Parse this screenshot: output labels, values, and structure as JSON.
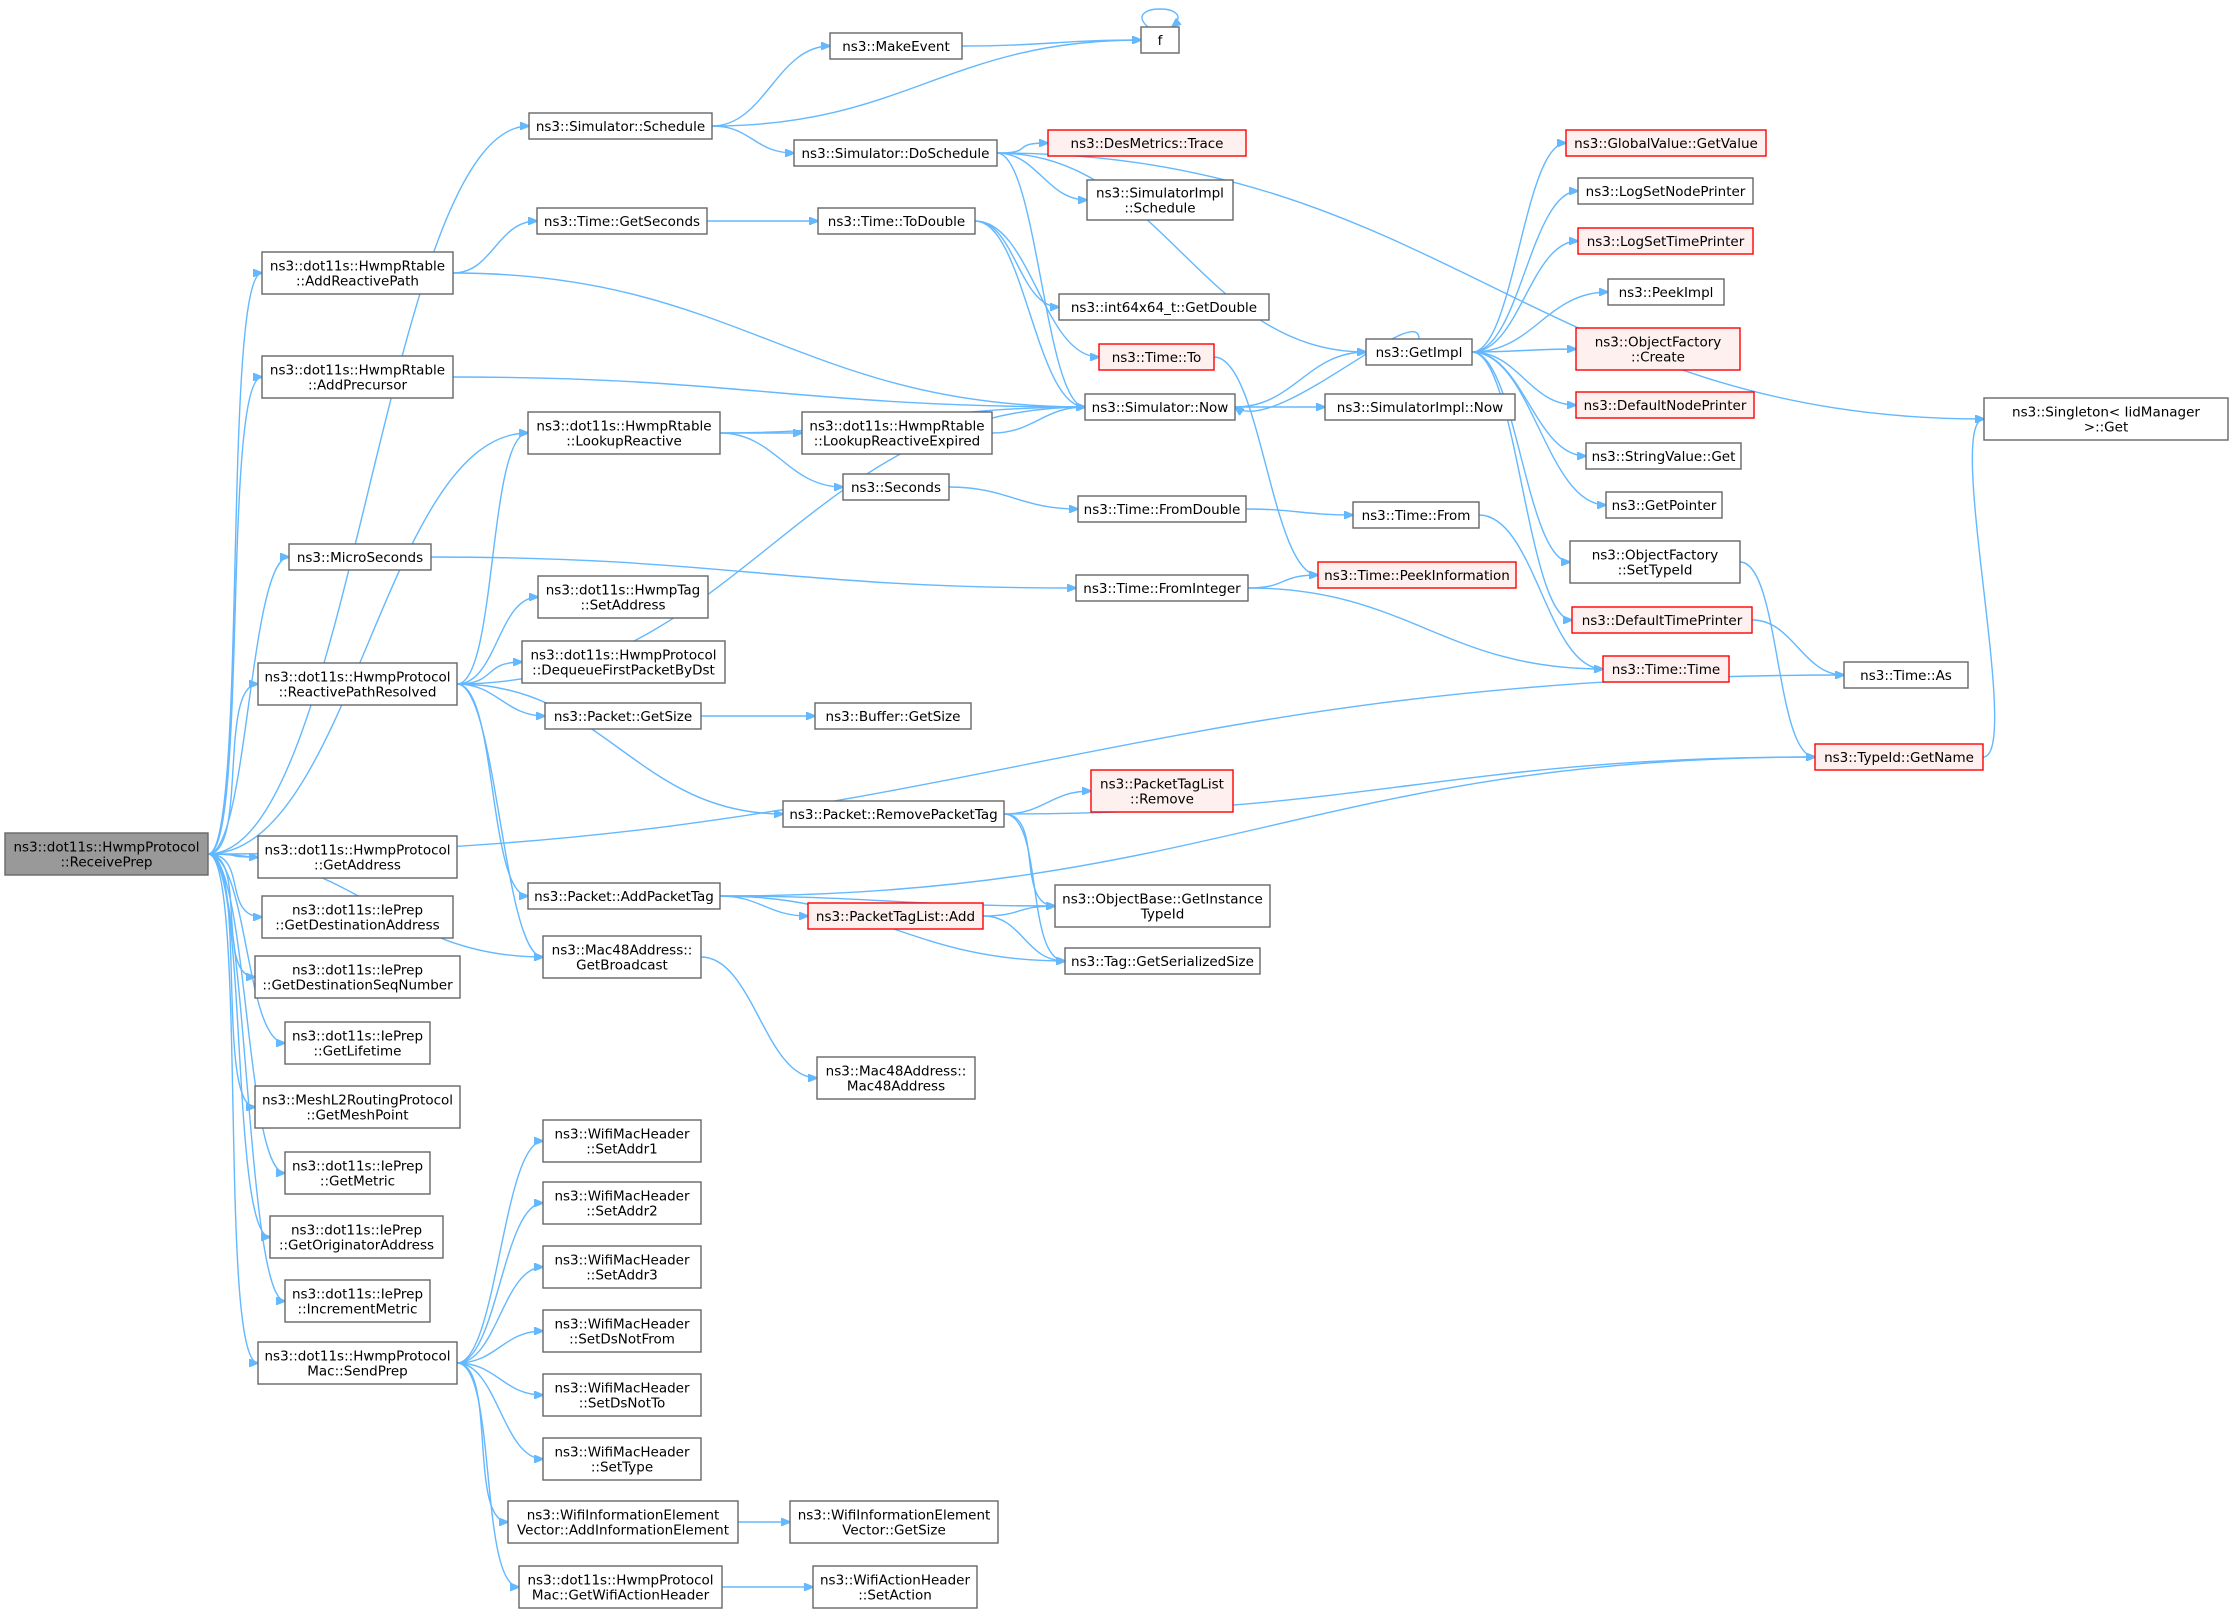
{
  "nodes": [
    {
      "id": "root",
      "lines": [
        "ns3::dot11s::HwmpProtocol",
        "::ReceivePrep"
      ],
      "style": "root"
    },
    {
      "id": "schedule",
      "lines": [
        "ns3::Simulator::Schedule"
      ],
      "style": "normal"
    },
    {
      "id": "makeevent",
      "lines": [
        "ns3::MakeEvent"
      ],
      "style": "normal"
    },
    {
      "id": "f",
      "lines": [
        "f"
      ],
      "style": "normal"
    },
    {
      "id": "doschedule",
      "lines": [
        "ns3::Simulator::DoSchedule"
      ],
      "style": "normal"
    },
    {
      "id": "desmetrics",
      "lines": [
        "ns3::DesMetrics::Trace"
      ],
      "style": "red"
    },
    {
      "id": "simimplschedule",
      "lines": [
        "ns3::SimulatorImpl",
        "::Schedule"
      ],
      "style": "normal"
    },
    {
      "id": "singleton",
      "lines": [
        "ns3::Singleton< IidManager",
        ">::Get"
      ],
      "style": "normal"
    },
    {
      "id": "addreactive",
      "lines": [
        "ns3::dot11s::HwmpRtable",
        "::AddReactivePath"
      ],
      "style": "normal"
    },
    {
      "id": "getseconds",
      "lines": [
        "ns3::Time::GetSeconds"
      ],
      "style": "normal"
    },
    {
      "id": "todouble",
      "lines": [
        "ns3::Time::ToDouble"
      ],
      "style": "normal"
    },
    {
      "id": "int64",
      "lines": [
        "ns3::int64x64_t::GetDouble"
      ],
      "style": "normal"
    },
    {
      "id": "timeto",
      "lines": [
        "ns3::Time::To"
      ],
      "style": "red"
    },
    {
      "id": "getimpl",
      "lines": [
        "ns3::GetImpl"
      ],
      "style": "normal"
    },
    {
      "id": "gvgetvalue",
      "lines": [
        "ns3::GlobalValue::GetValue"
      ],
      "style": "red"
    },
    {
      "id": "logsetnode",
      "lines": [
        "ns3::LogSetNodePrinter"
      ],
      "style": "normal"
    },
    {
      "id": "logsettime",
      "lines": [
        "ns3::LogSetTimePrinter"
      ],
      "style": "red"
    },
    {
      "id": "peekimpl",
      "lines": [
        "ns3::PeekImpl"
      ],
      "style": "normal"
    },
    {
      "id": "ofcreate",
      "lines": [
        "ns3::ObjectFactory",
        "::Create"
      ],
      "style": "red"
    },
    {
      "id": "defnodeprinter",
      "lines": [
        "ns3::DefaultNodePrinter"
      ],
      "style": "red"
    },
    {
      "id": "strvalget",
      "lines": [
        "ns3::StringValue::Get"
      ],
      "style": "normal"
    },
    {
      "id": "getpointer",
      "lines": [
        "ns3::GetPointer"
      ],
      "style": "normal"
    },
    {
      "id": "ofsettypeid",
      "lines": [
        "ns3::ObjectFactory",
        "::SetTypeId"
      ],
      "style": "normal"
    },
    {
      "id": "deftimeprinter",
      "lines": [
        "ns3::DefaultTimePrinter"
      ],
      "style": "red"
    },
    {
      "id": "addprecursor",
      "lines": [
        "ns3::dot11s::HwmpRtable",
        "::AddPrecursor"
      ],
      "style": "normal"
    },
    {
      "id": "simnow",
      "lines": [
        "ns3::Simulator::Now"
      ],
      "style": "normal"
    },
    {
      "id": "simimplnow",
      "lines": [
        "ns3::SimulatorImpl::Now"
      ],
      "style": "normal"
    },
    {
      "id": "lookupreactive",
      "lines": [
        "ns3::dot11s::HwmpRtable",
        "::LookupReactive"
      ],
      "style": "normal"
    },
    {
      "id": "lookupexpired",
      "lines": [
        "ns3::dot11s::HwmpRtable",
        "::LookupReactiveExpired"
      ],
      "style": "normal"
    },
    {
      "id": "seconds",
      "lines": [
        "ns3::Seconds"
      ],
      "style": "normal"
    },
    {
      "id": "fromdouble",
      "lines": [
        "ns3::Time::FromDouble"
      ],
      "style": "normal"
    },
    {
      "id": "timefrom",
      "lines": [
        "ns3::Time::From"
      ],
      "style": "normal"
    },
    {
      "id": "microseconds",
      "lines": [
        "ns3::MicroSeconds"
      ],
      "style": "normal"
    },
    {
      "id": "frominteger",
      "lines": [
        "ns3::Time::FromInteger"
      ],
      "style": "normal"
    },
    {
      "id": "peekinfo",
      "lines": [
        "ns3::Time::PeekInformation"
      ],
      "style": "red"
    },
    {
      "id": "hwmptag",
      "lines": [
        "ns3::dot11s::HwmpTag",
        "::SetAddress"
      ],
      "style": "normal"
    },
    {
      "id": "dequeue",
      "lines": [
        "ns3::dot11s::HwmpProtocol",
        "::DequeueFirstPacketByDst"
      ],
      "style": "normal"
    },
    {
      "id": "timetime",
      "lines": [
        "ns3::Time::Time"
      ],
      "style": "red"
    },
    {
      "id": "reactiveresolved",
      "lines": [
        "ns3::dot11s::HwmpProtocol",
        "::ReactivePathResolved"
      ],
      "style": "normal"
    },
    {
      "id": "timeas",
      "lines": [
        "ns3::Time::As"
      ],
      "style": "normal"
    },
    {
      "id": "pktgetsize",
      "lines": [
        "ns3::Packet::GetSize"
      ],
      "style": "normal"
    },
    {
      "id": "bufgetsize",
      "lines": [
        "ns3::Buffer::GetSize"
      ],
      "style": "normal"
    },
    {
      "id": "typeidgetname",
      "lines": [
        "ns3::TypeId::GetName"
      ],
      "style": "red"
    },
    {
      "id": "ptlremove",
      "lines": [
        "ns3::PacketTagList",
        "::Remove"
      ],
      "style": "red"
    },
    {
      "id": "removetag",
      "lines": [
        "ns3::Packet::RemovePacketTag"
      ],
      "style": "normal"
    },
    {
      "id": "getaddress",
      "lines": [
        "ns3::dot11s::HwmpProtocol",
        "::GetAddress"
      ],
      "style": "normal"
    },
    {
      "id": "addtag",
      "lines": [
        "ns3::Packet::AddPacketTag"
      ],
      "style": "normal"
    },
    {
      "id": "ptladd",
      "lines": [
        "ns3::PacketTagList::Add"
      ],
      "style": "red"
    },
    {
      "id": "getinstancetypeid",
      "lines": [
        "ns3::ObjectBase::GetInstance",
        "TypeId"
      ],
      "style": "normal"
    },
    {
      "id": "getdestaddr",
      "lines": [
        "ns3::dot11s::IePrep",
        "::GetDestinationAddress"
      ],
      "style": "normal"
    },
    {
      "id": "getbroadcast",
      "lines": [
        "ns3::Mac48Address::",
        "GetBroadcast"
      ],
      "style": "normal"
    },
    {
      "id": "getserialized",
      "lines": [
        "ns3::Tag::GetSerializedSize"
      ],
      "style": "normal"
    },
    {
      "id": "getdestseq",
      "lines": [
        "ns3::dot11s::IePrep",
        "::GetDestinationSeqNumber"
      ],
      "style": "normal"
    },
    {
      "id": "getlifetime",
      "lines": [
        "ns3::dot11s::IePrep",
        "::GetLifetime"
      ],
      "style": "normal"
    },
    {
      "id": "mac48addr",
      "lines": [
        "ns3::Mac48Address::",
        "Mac48Address"
      ],
      "style": "normal"
    },
    {
      "id": "getmeshpoint",
      "lines": [
        "ns3::MeshL2RoutingProtocol",
        "::GetMeshPoint"
      ],
      "style": "normal"
    },
    {
      "id": "setaddr1",
      "lines": [
        "ns3::WifiMacHeader",
        "::SetAddr1"
      ],
      "style": "normal"
    },
    {
      "id": "getmetric",
      "lines": [
        "ns3::dot11s::IePrep",
        "::GetMetric"
      ],
      "style": "normal"
    },
    {
      "id": "setaddr2",
      "lines": [
        "ns3::WifiMacHeader",
        "::SetAddr2"
      ],
      "style": "normal"
    },
    {
      "id": "getorigaddr",
      "lines": [
        "ns3::dot11s::IePrep",
        "::GetOriginatorAddress"
      ],
      "style": "normal"
    },
    {
      "id": "setaddr3",
      "lines": [
        "ns3::WifiMacHeader",
        "::SetAddr3"
      ],
      "style": "normal"
    },
    {
      "id": "incmetric",
      "lines": [
        "ns3::dot11s::IePrep",
        "::IncrementMetric"
      ],
      "style": "normal"
    },
    {
      "id": "setdsnotfrom",
      "lines": [
        "ns3::WifiMacHeader",
        "::SetDsNotFrom"
      ],
      "style": "normal"
    },
    {
      "id": "sendprep",
      "lines": [
        "ns3::dot11s::HwmpProtocol",
        "Mac::SendPrep"
      ],
      "style": "normal"
    },
    {
      "id": "setdsnotto",
      "lines": [
        "ns3::WifiMacHeader",
        "::SetDsNotTo"
      ],
      "style": "normal"
    },
    {
      "id": "settype",
      "lines": [
        "ns3::WifiMacHeader",
        "::SetType"
      ],
      "style": "normal"
    },
    {
      "id": "addinfoelem",
      "lines": [
        "ns3::WifiInformationElement",
        "Vector::AddInformationElement"
      ],
      "style": "normal"
    },
    {
      "id": "wievgetsize",
      "lines": [
        "ns3::WifiInformationElement",
        "Vector::GetSize"
      ],
      "style": "normal"
    },
    {
      "id": "getwifiaction",
      "lines": [
        "ns3::dot11s::HwmpProtocol",
        "Mac::GetWifiActionHeader"
      ],
      "style": "normal"
    },
    {
      "id": "setaction",
      "lines": [
        "ns3::WifiActionHeader",
        "::SetAction"
      ],
      "style": "normal"
    }
  ],
  "edges": [
    [
      "root",
      "schedule"
    ],
    [
      "root",
      "addreactive"
    ],
    [
      "root",
      "addprecursor"
    ],
    [
      "root",
      "lookupreactive"
    ],
    [
      "root",
      "microseconds"
    ],
    [
      "root",
      "reactiveresolved"
    ],
    [
      "root",
      "timeas"
    ],
    [
      "root",
      "getbroadcast"
    ],
    [
      "root",
      "getaddress"
    ],
    [
      "root",
      "getdestaddr"
    ],
    [
      "root",
      "getdestseq"
    ],
    [
      "root",
      "getlifetime"
    ],
    [
      "root",
      "getmeshpoint"
    ],
    [
      "root",
      "getmetric"
    ],
    [
      "root",
      "getorigaddr"
    ],
    [
      "root",
      "incmetric"
    ],
    [
      "root",
      "sendprep"
    ],
    [
      "schedule",
      "makeevent"
    ],
    [
      "schedule",
      "f"
    ],
    [
      "schedule",
      "doschedule"
    ],
    [
      "makeevent",
      "f"
    ],
    [
      "f",
      "f"
    ],
    [
      "doschedule",
      "desmetrics"
    ],
    [
      "doschedule",
      "simimplschedule"
    ],
    [
      "doschedule",
      "singleton"
    ],
    [
      "doschedule",
      "getimpl"
    ],
    [
      "doschedule",
      "simnow"
    ],
    [
      "addreactive",
      "getseconds"
    ],
    [
      "addreactive",
      "simnow"
    ],
    [
      "getseconds",
      "todouble"
    ],
    [
      "todouble",
      "int64"
    ],
    [
      "todouble",
      "timeto"
    ],
    [
      "todouble",
      "simnow"
    ],
    [
      "timeto",
      "peekinfo"
    ],
    [
      "getimpl",
      "gvgetvalue"
    ],
    [
      "getimpl",
      "logsetnode"
    ],
    [
      "getimpl",
      "logsettime"
    ],
    [
      "getimpl",
      "peekimpl"
    ],
    [
      "getimpl",
      "ofcreate"
    ],
    [
      "getimpl",
      "defnodeprinter"
    ],
    [
      "getimpl",
      "strvalget"
    ],
    [
      "getimpl",
      "getpointer"
    ],
    [
      "getimpl",
      "ofsettypeid"
    ],
    [
      "getimpl",
      "deftimeprinter"
    ],
    [
      "getimpl",
      "simnow"
    ],
    [
      "addprecursor",
      "simnow"
    ],
    [
      "simnow",
      "getimpl"
    ],
    [
      "simnow",
      "simimplnow"
    ],
    [
      "lookupreactive",
      "simnow"
    ],
    [
      "lookupreactive",
      "lookupexpired"
    ],
    [
      "lookupreactive",
      "seconds"
    ],
    [
      "lookupexpired",
      "simnow"
    ],
    [
      "seconds",
      "fromdouble"
    ],
    [
      "fromdouble",
      "timefrom"
    ],
    [
      "timefrom",
      "timetime"
    ],
    [
      "microseconds",
      "frominteger"
    ],
    [
      "frominteger",
      "peekinfo"
    ],
    [
      "frominteger",
      "timetime"
    ],
    [
      "reactiveresolved",
      "lookupreactive"
    ],
    [
      "reactiveresolved",
      "simnow"
    ],
    [
      "reactiveresolved",
      "hwmptag"
    ],
    [
      "reactiveresolved",
      "dequeue"
    ],
    [
      "reactiveresolved",
      "pktgetsize"
    ],
    [
      "reactiveresolved",
      "removetag"
    ],
    [
      "reactiveresolved",
      "addtag"
    ],
    [
      "reactiveresolved",
      "getbroadcast"
    ],
    [
      "pktgetsize",
      "bufgetsize"
    ],
    [
      "removetag",
      "ptlremove"
    ],
    [
      "removetag",
      "typeidgetname"
    ],
    [
      "removetag",
      "getinstancetypeid"
    ],
    [
      "removetag",
      "getserialized"
    ],
    [
      "addtag",
      "ptladd"
    ],
    [
      "addtag",
      "getinstancetypeid"
    ],
    [
      "addtag",
      "getserialized"
    ],
    [
      "addtag",
      "typeidgetname"
    ],
    [
      "ptladd",
      "getinstancetypeid"
    ],
    [
      "ptladd",
      "getserialized"
    ],
    [
      "getbroadcast",
      "mac48addr"
    ],
    [
      "deftimeprinter",
      "timeas"
    ],
    [
      "ofsettypeid",
      "typeidgetname"
    ],
    [
      "typeidgetname",
      "singleton"
    ],
    [
      "sendprep",
      "setaddr1"
    ],
    [
      "sendprep",
      "setaddr2"
    ],
    [
      "sendprep",
      "setaddr3"
    ],
    [
      "sendprep",
      "setdsnotfrom"
    ],
    [
      "sendprep",
      "setdsnotto"
    ],
    [
      "sendprep",
      "settype"
    ],
    [
      "sendprep",
      "addinfoelem"
    ],
    [
      "sendprep",
      "getwifiaction"
    ],
    [
      "addinfoelem",
      "wievgetsize"
    ],
    [
      "getwifiaction",
      "setaction"
    ]
  ]
}
